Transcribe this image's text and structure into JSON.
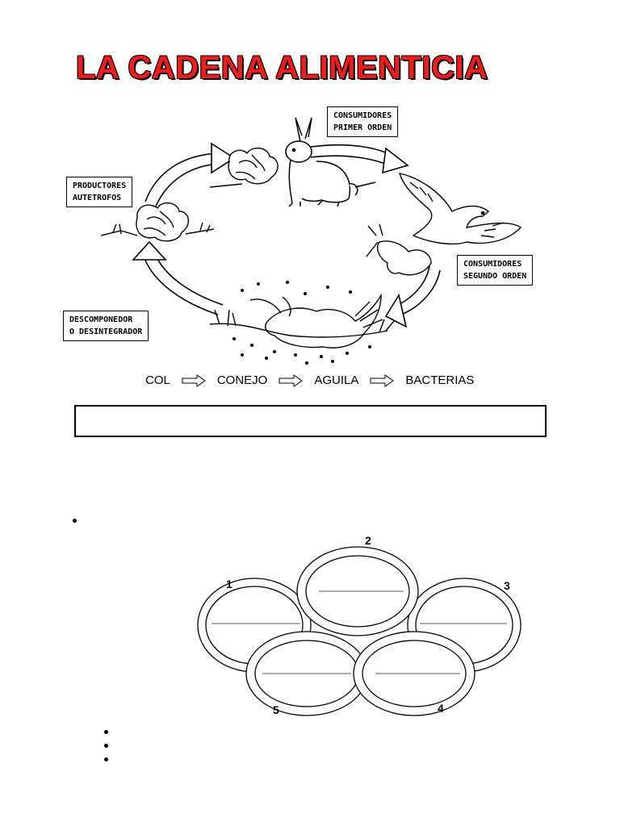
{
  "title": "LA CADENA ALIMENTICIA",
  "diagram": {
    "labels": {
      "consumidores_primer": "CONSUMIDORES\nPRIMER ORDEN",
      "productores": "PRODUCTORES\nAUTETROFOS",
      "consumidores_segundo": "CONSUMIDORES\nSEGUNDO ORDEN",
      "descomponedor": "DESCOMPONEDOR\nO DESINTEGRADOR"
    }
  },
  "chain": [
    "COL",
    "CONEJO",
    "AGUILA",
    "BACTERIAS"
  ],
  "rings": {
    "numbers": [
      "1",
      "2",
      "3",
      "4",
      "5"
    ]
  },
  "colors": {
    "title": "#ee1c1c",
    "ink": "#000000"
  },
  "icons": [
    "cabbage-icon",
    "rabbit-icon",
    "eagle-icon",
    "dead-bird-icon",
    "cycle-arrow-icon",
    "chain-arrow-icon"
  ]
}
